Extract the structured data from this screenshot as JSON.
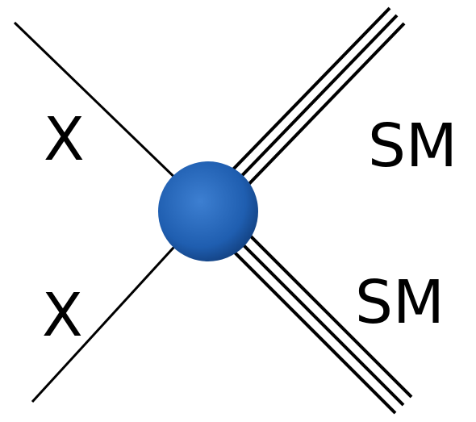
{
  "labels": {
    "incoming_top": "X",
    "incoming_bottom": "X",
    "outgoing_top": "SM",
    "outgoing_bottom": "SM"
  },
  "colors": {
    "line": "#000000",
    "vertex": "#1f5eb0",
    "vertex_highlight": "#3d7fd1",
    "vertex_shadow": "#123f7e",
    "background": "#ffffff"
  }
}
